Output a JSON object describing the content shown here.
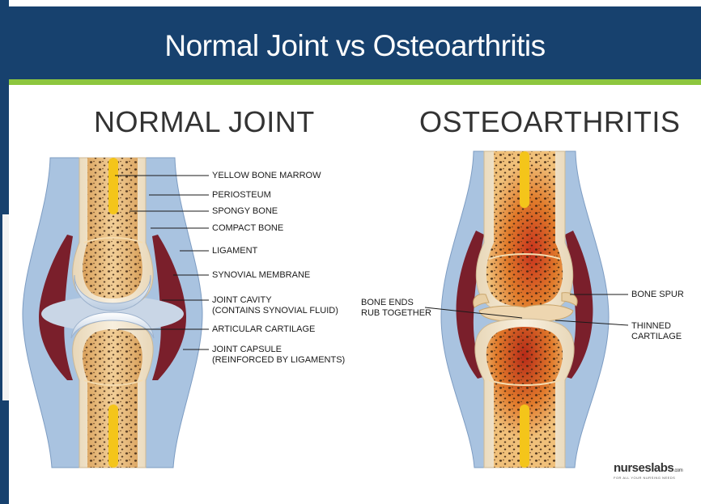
{
  "header": {
    "title": "Normal Joint vs Osteoarthritis"
  },
  "normal": {
    "title": "NORMAL JOINT",
    "labels": {
      "marrow": "YELLOW BONE MARROW",
      "periosteum": "PERIOSTEUM",
      "spongy": "SPONGY BONE",
      "compact": "COMPACT BONE",
      "ligament": "LIGAMENT",
      "synovial": "SYNOVIAL MEMBRANE",
      "cavity1": "JOINT CAVITY",
      "cavity2": "(CONTAINS SYNOVIAL FLUID)",
      "cartilage": "ARTICULAR CARTILAGE",
      "capsule1": "JOINT CAPSULE",
      "capsule2": "(REINFORCED BY LIGAMENTS)"
    }
  },
  "oa": {
    "title": "OSTEOARTHRITIS",
    "labels": {
      "rub1": "BONE ENDS",
      "rub2": "RUB TOGETHER",
      "spur": "BONE SPUR",
      "thin1": "THINNED",
      "thin2": "CARTILAGE"
    }
  },
  "logo": {
    "name": "nurseslabs",
    "suffix": ".com",
    "tagline": "FOR ALL YOUR NURSING NEEDS"
  },
  "colors": {
    "banner": "#17416e",
    "accent": "#8dc63f",
    "capsule": "#a9c3e0",
    "synovial": "#7a1f2b",
    "bone": "#e9c08a",
    "marrow": "#f4c51a"
  }
}
